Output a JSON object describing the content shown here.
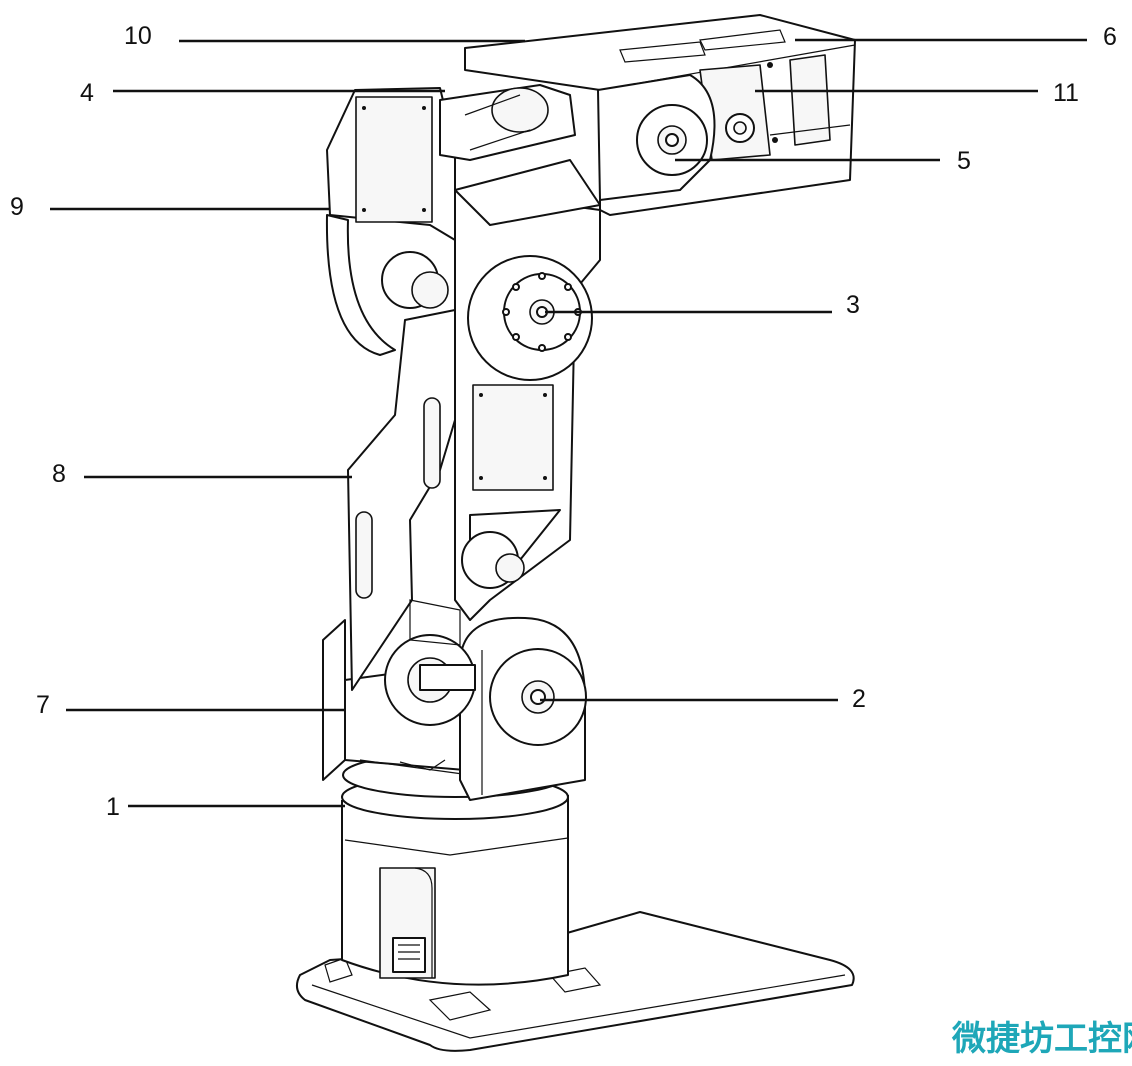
{
  "callouts": [
    {
      "id": "1",
      "label": "1"
    },
    {
      "id": "2",
      "label": "2"
    },
    {
      "id": "3",
      "label": "3"
    },
    {
      "id": "4",
      "label": "4"
    },
    {
      "id": "5",
      "label": "5"
    },
    {
      "id": "6",
      "label": "6"
    },
    {
      "id": "7",
      "label": "7"
    },
    {
      "id": "8",
      "label": "8"
    },
    {
      "id": "9",
      "label": "9"
    },
    {
      "id": "10",
      "label": "10"
    },
    {
      "id": "11",
      "label": "11"
    }
  ],
  "watermark": "微捷坊工控网",
  "colors": {
    "line": "#111111",
    "background": "#ffffff",
    "watermark": "#1ea7b8"
  }
}
